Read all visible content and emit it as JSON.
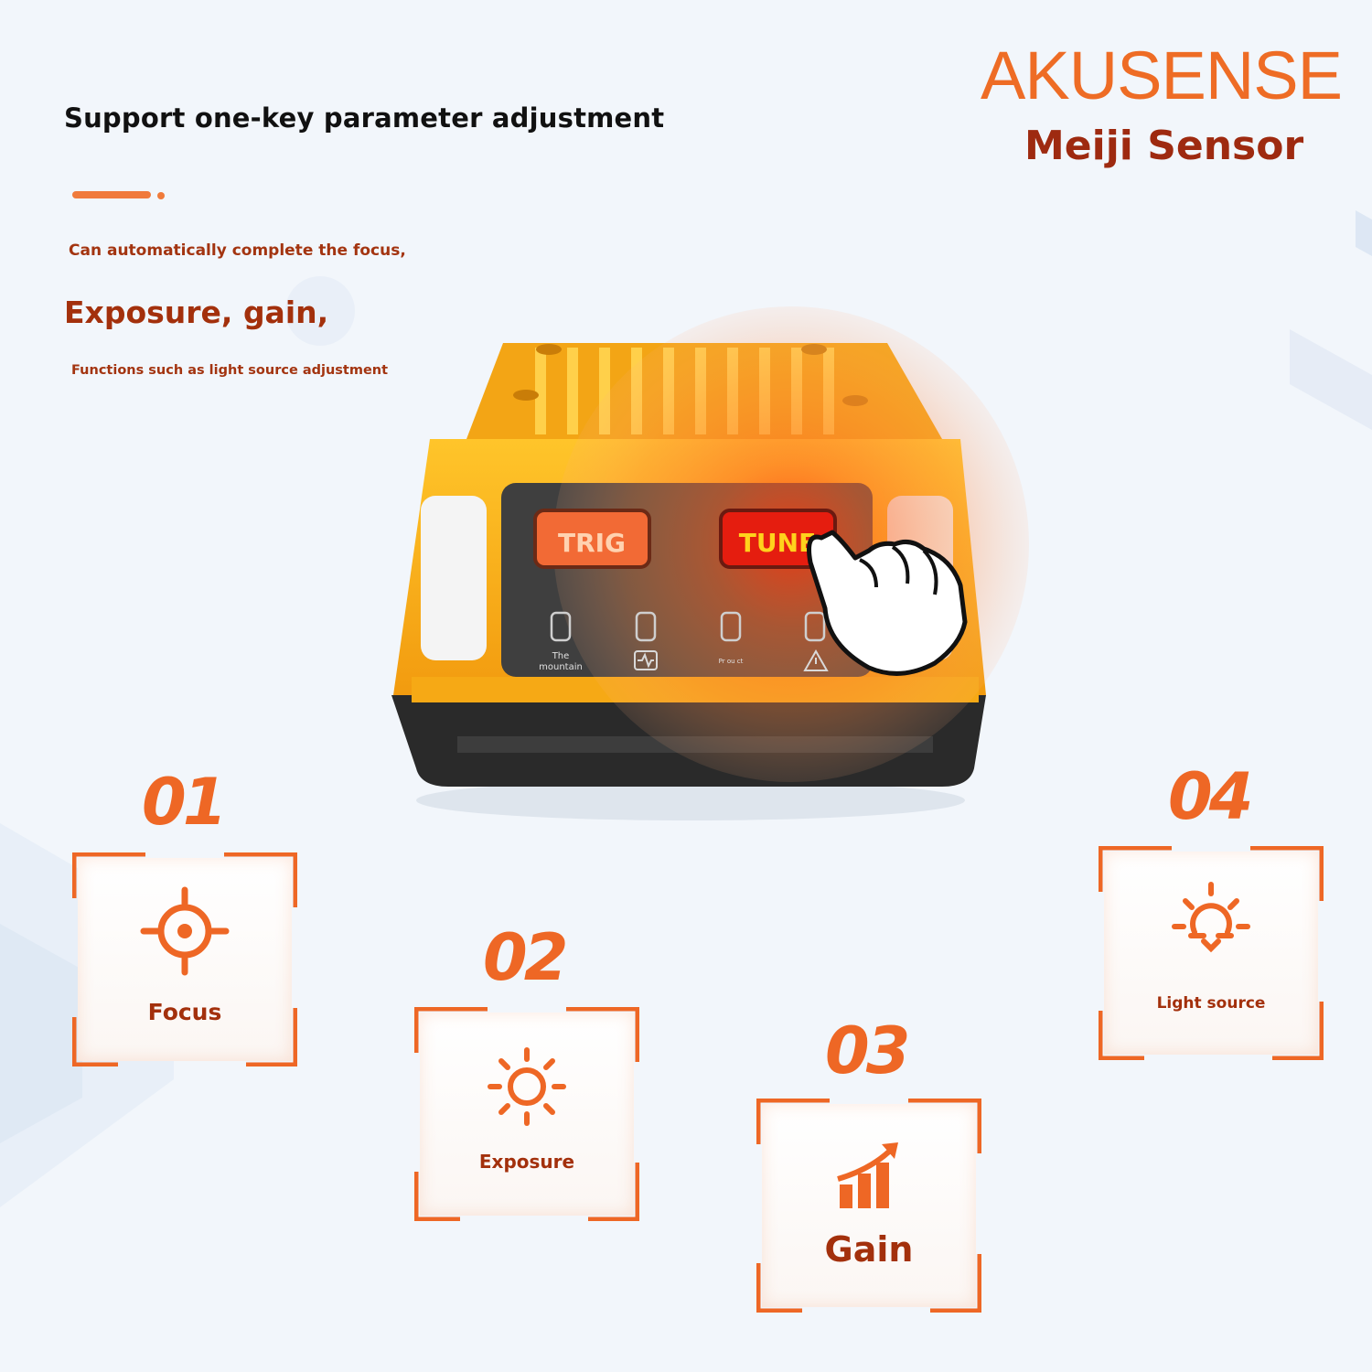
{
  "headline": "Support one-key parameter adjustment",
  "description": {
    "line1": "Can automatically complete the focus,",
    "line2": "Exposure, gain,",
    "line3": "Functions such as light source adjustment"
  },
  "brand": {
    "name": "AKUSENSE",
    "subtitle": "Meiji Sensor"
  },
  "device": {
    "button_left": "TRIG",
    "button_right": "TUNE",
    "indicator_1_label_a": "The",
    "indicator_1_label_b": "mountain",
    "indicator_3_label": "Pr ou ct"
  },
  "features": [
    {
      "number": "01",
      "label": "Focus",
      "icon": "crosshair-icon"
    },
    {
      "number": "02",
      "label": "Exposure",
      "icon": "sun-icon"
    },
    {
      "number": "03",
      "label": "Gain",
      "icon": "rising-bars-icon"
    },
    {
      "number": "04",
      "label": "Light source",
      "icon": "light-bulb-icon"
    }
  ],
  "colors": {
    "accent": "#ee6c25",
    "dark_red": "#a3300c",
    "device_yellow": "#f7b21c",
    "background": "#f2f6fb"
  }
}
